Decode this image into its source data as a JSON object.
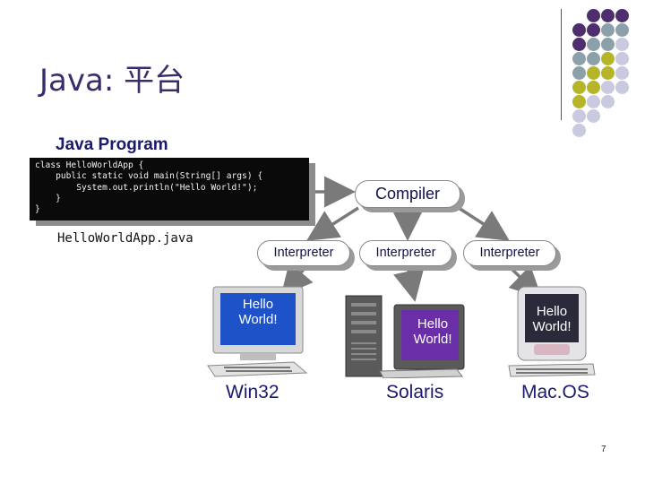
{
  "slide": {
    "title": "Java: 平台",
    "page_number": "7"
  },
  "program": {
    "label": "Java Program",
    "code_lines": [
      "class HelloWorldApp {",
      "    public static void main(String[] args) {",
      "        System.out.println(\"Hello World!\");",
      "    }",
      "}"
    ],
    "filename": "HelloWorldApp.java"
  },
  "compiler": {
    "label": "Compiler"
  },
  "interpreters": [
    {
      "label": "Interpreter"
    },
    {
      "label": "Interpreter"
    },
    {
      "label": "Interpreter"
    }
  ],
  "platforms": [
    {
      "name": "Win32",
      "screen_text": "Hello\nWorld!"
    },
    {
      "name": "Solaris",
      "screen_text": "Hello\nWorld!"
    },
    {
      "name": "Mac.OS",
      "screen_text": "Hello\nWorld!"
    }
  ],
  "colors": {
    "title": "#3a2c6b",
    "dot_purple": "#4e2e6d",
    "dot_gray": "#8ca0a8",
    "dot_olive": "#b5b52a",
    "dot_light": "#c9c9e0"
  }
}
